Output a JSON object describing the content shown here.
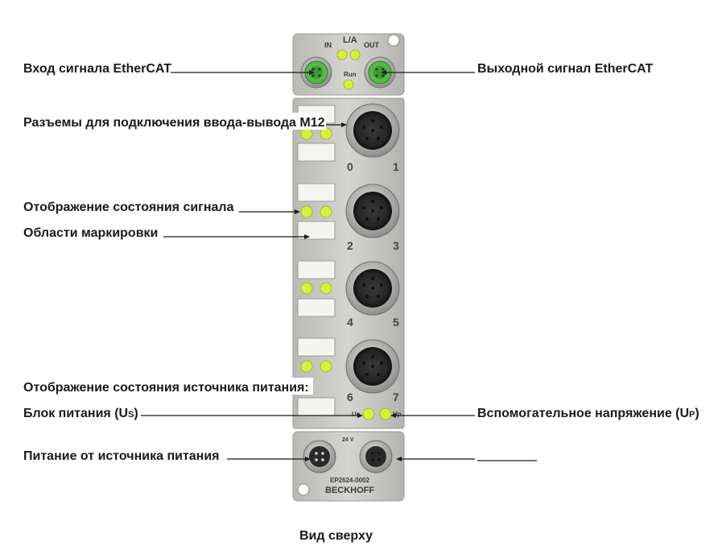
{
  "labels": {
    "ethercat_in": "Вход сигнала EtherCAT",
    "ethercat_out": "Выходной сигнал EtherCAT",
    "m12_connectors": "Разъемы для подключения ввода-вывода M12",
    "signal_status": "Отображение состояния сигнала",
    "marking_areas": "Области маркировки",
    "power_status": "Отображение состояния источника питания:",
    "power_supply_us": "Блок питания (U",
    "power_supply_us_sub": "S",
    "power_supply_us_end": ")",
    "aux_voltage_up": "Вспомогательное напряжение (U",
    "aux_voltage_up_sub": "P",
    "aux_voltage_up_end": ")",
    "power_feed": "Питание от источника питания",
    "caption": "Вид сверху"
  },
  "device": {
    "in_label": "IN",
    "la_label": "L/A",
    "out_label": "OUT",
    "run_label": "Run",
    "port_numbers": [
      "0",
      "1",
      "2",
      "3",
      "4",
      "5",
      "6",
      "7"
    ],
    "us_label": "Us",
    "up_label": "Up",
    "voltage_label": "24 V",
    "model": "EP2624-0002",
    "brand": "BECKHOFF"
  },
  "colors": {
    "led": "#d6f03c",
    "ethercat_port": "#56b848",
    "housing": "#c7c7c4",
    "line": "#1a1a1a"
  }
}
